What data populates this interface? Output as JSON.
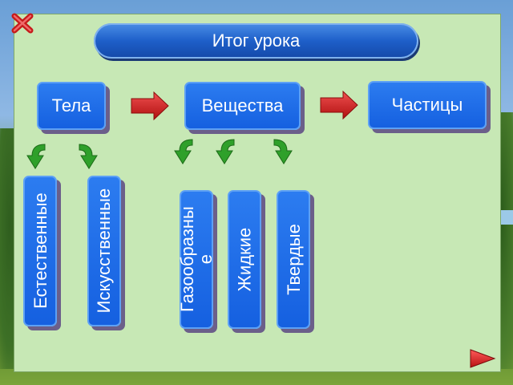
{
  "title": "Итог урока",
  "top_row": {
    "bodies": "Тела",
    "substances": "Вещества",
    "particles": "Частицы"
  },
  "bodies_types": {
    "natural": "Естественные",
    "artificial": "Искусственные"
  },
  "substance_states": {
    "gaseous_line1": "Газообразны",
    "gaseous_line2": "е",
    "liquid": "Жидкие",
    "solid": "Твердые"
  },
  "icons": {
    "close": "close-x-icon",
    "next": "next-triangle-icon",
    "arrow": "red-arrow-right-icon",
    "down": "green-bent-down-arrow-icon"
  },
  "colors": {
    "box_blue": "#1560e0",
    "panel": "#c7e8b5",
    "arrow_red": "#d62020",
    "arrow_green": "#2fa02a"
  }
}
